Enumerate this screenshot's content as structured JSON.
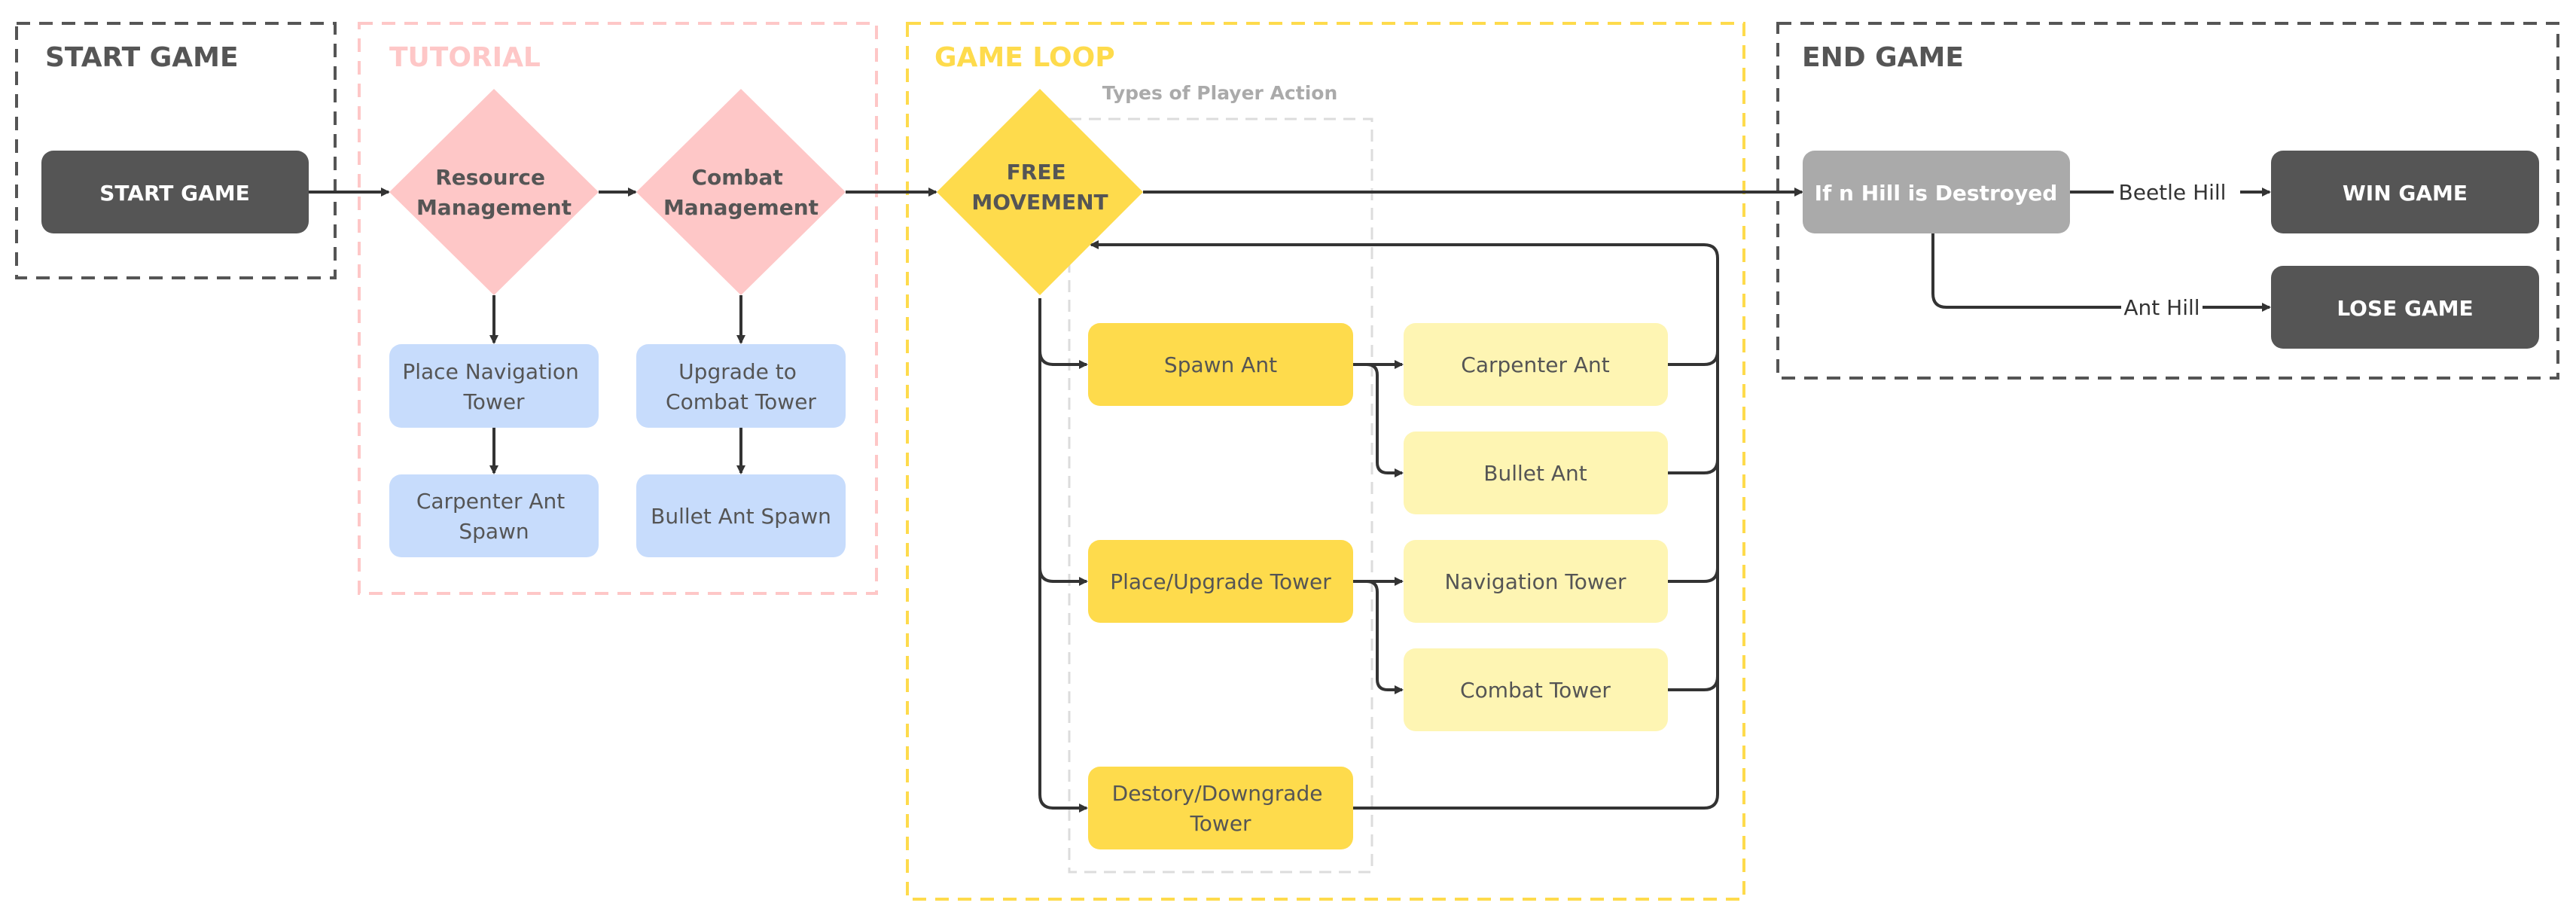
{
  "colors": {
    "dark_box": "#555555",
    "gray_box": "#aaaaaa",
    "pink_diamond": "#fec7c7",
    "blue_box": "#c7dcfc",
    "yellow_strong": "#fedb4c",
    "yellow_light": "#fef5b3",
    "frame_dark": "#555555",
    "frame_pink": "#fec7c7",
    "frame_yellow": "#fedb4c",
    "frame_gray": "#dcdcdc",
    "arrow": "#333333"
  },
  "frames": {
    "start_game": "START GAME",
    "tutorial": "TUTORIAL",
    "game_loop": "GAME LOOP",
    "player_actions": "Types of Player Action",
    "end_game": "END GAME"
  },
  "nodes": {
    "start_game": "START GAME",
    "resource_management": [
      "Resource",
      "Management"
    ],
    "combat_management": [
      "Combat",
      "Management"
    ],
    "place_navigation_tower": [
      "Place Navigation",
      "Tower"
    ],
    "carpenter_ant_spawn": [
      "Carpenter Ant",
      "Spawn"
    ],
    "upgrade_combat_tower": [
      "Upgrade to",
      "Combat Tower"
    ],
    "bullet_ant_spawn": "Bullet Ant Spawn",
    "free_movement": [
      "FREE",
      "MOVEMENT"
    ],
    "spawn_ant": "Spawn Ant",
    "place_upgrade_tower": "Place/Upgrade Tower",
    "destroy_downgrade_tower": [
      "Destory/Downgrade",
      "Tower"
    ],
    "carpenter_ant": "Carpenter Ant",
    "bullet_ant": "Bullet Ant",
    "navigation_tower": "Navigation Tower",
    "combat_tower": "Combat Tower",
    "hill_destroyed": "If n Hill is Destroyed",
    "win_game": "WIN GAME",
    "lose_game": "LOSE GAME"
  },
  "edge_labels": {
    "beetle_hill": "Beetle Hill",
    "ant_hill": "Ant Hill"
  }
}
